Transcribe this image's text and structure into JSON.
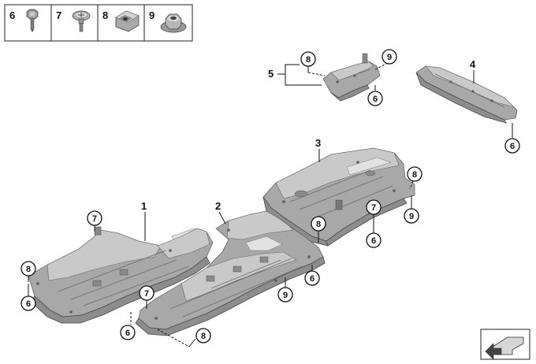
{
  "legend": {
    "items": [
      {
        "number": "6",
        "part": "screw-icon"
      },
      {
        "number": "7",
        "part": "flat-head-screw-icon"
      },
      {
        "number": "8",
        "part": "clip-nut-icon"
      },
      {
        "number": "9",
        "part": "hex-nut-icon"
      }
    ]
  },
  "callouts": {
    "part_1": "1",
    "part_2": "2",
    "part_3": "3",
    "part_4": "4",
    "part_5": "5"
  },
  "bubbles": {
    "b5_8": "8",
    "b5_9": "9",
    "b5_6": "6",
    "b4_6": "6",
    "b3_8": "8",
    "b3_9": "9",
    "b3_7": "7",
    "b3_6": "6",
    "b2_8": "8",
    "b2_6": "6",
    "b2_9": "9",
    "b1_7": "7",
    "b1_8": "8",
    "b1_6": "6",
    "bm_7": "7",
    "bm_6": "6",
    "bm_8": "8"
  },
  "colors": {
    "panel": "#a8a8a8",
    "panel_shadow": "#8d8d8d",
    "panel_highlight": "#e2e2e2",
    "line": "#111111"
  },
  "corner_icon": "direction-arrow-icon"
}
